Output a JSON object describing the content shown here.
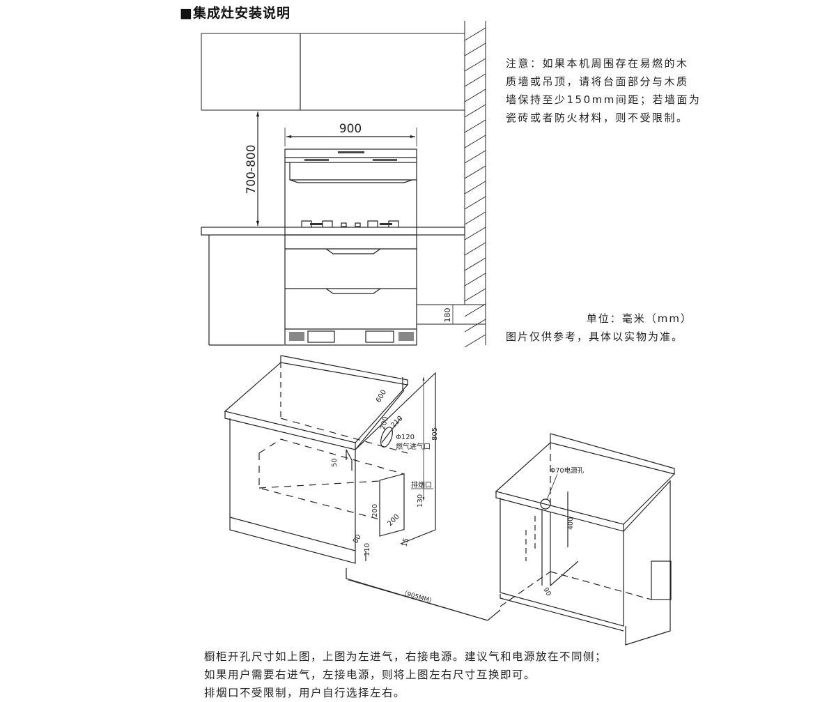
{
  "title": "■集成灶安装说明",
  "elevation": {
    "width_dim": "900",
    "height_dim": "700-800",
    "gap_dim": "180"
  },
  "notes": {
    "caution": [
      "注意：如果本机周围存在易燃的木",
      "质墙或吊顶，请将台面部分与木质",
      "墙保持至少150mm间距；若墙面为",
      "瓷砖或者防火材料，则不受限制。"
    ],
    "unit": "单位：毫米（mm）",
    "reference": "图片仅供参考，具体以实物为准。"
  },
  "left_cabinet": {
    "dims": [
      "600",
      "200",
      "210",
      "805",
      "50",
      "200",
      "200",
      "130",
      "15",
      "80",
      "110"
    ],
    "gas_hole": "Φ120",
    "gas_label": "燃气进气口",
    "exhaust_label": "排烟口"
  },
  "right_cabinet": {
    "power_hole": "Φ70电源孔",
    "dims": [
      "400",
      "90"
    ]
  },
  "spacing_dim": "（905MM）",
  "instructions": [
    "橱柜开孔尺寸如上图，上图为左进气，右接电源。建议气和电源放在不同侧；",
    "如果用户需要右进气，左接电源，则将上图左右尺寸互换即可。",
    "排烟口不受限制，用户自行选择左右。"
  ]
}
